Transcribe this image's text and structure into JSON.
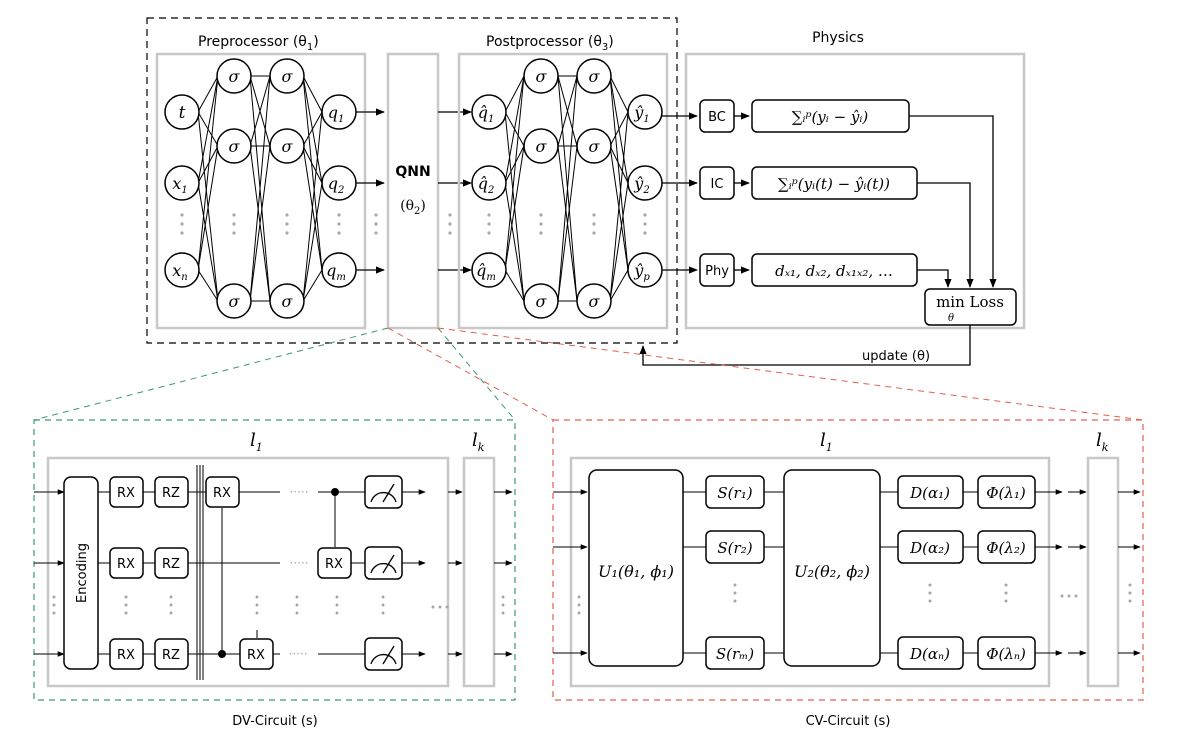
{
  "titles": {
    "preprocessor": "Preprocessor (θ",
    "preprocessor_sub": "1",
    "postprocessor": "Postprocessor (θ",
    "postprocessor_sub": "3",
    "physics": "Physics",
    "qnn": "QNN",
    "qnn_theta": "(θ",
    "qnn_theta_sub": "2",
    "update": "update (θ)",
    "dv_caption": "DV-Circuit (s)",
    "cv_caption": "CV-Circuit (s)"
  },
  "preprocessor": {
    "inputs": [
      {
        "main": "t",
        "sub": ""
      },
      {
        "main": "x",
        "sub": "1"
      },
      {
        "main": "x",
        "sub": "n"
      }
    ],
    "activation": "σ",
    "outputs": [
      {
        "main": "q",
        "sub": "1"
      },
      {
        "main": "q",
        "sub": "2"
      },
      {
        "main": "q",
        "sub": "m"
      }
    ]
  },
  "postprocessor": {
    "inputs": [
      {
        "main": "q̂",
        "sub": "1"
      },
      {
        "main": "q̂",
        "sub": "2"
      },
      {
        "main": "q̂",
        "sub": "m"
      }
    ],
    "activation": "σ",
    "outputs": [
      {
        "main": "ŷ",
        "sub": "1"
      },
      {
        "main": "ŷ",
        "sub": "2"
      },
      {
        "main": "ŷ",
        "sub": "p"
      }
    ]
  },
  "physics": {
    "rows": [
      {
        "tag": "BC",
        "expr": "∑ᵢᵖ(yᵢ − ŷᵢ)"
      },
      {
        "tag": "IC",
        "expr": "∑ᵢᵖ(yᵢ(t) − ŷᵢ(t))"
      },
      {
        "tag": "Phy",
        "expr": "dₓ₁, dₓ₂, dₓ₁ₓ₂, …"
      }
    ],
    "loss": "min Loss",
    "loss_sub": "θ"
  },
  "dv": {
    "layer_first": "l",
    "layer_first_sub": "1",
    "layer_last": "l",
    "layer_last_sub": "k",
    "encoding": "Encoding",
    "gate_rx": "RX",
    "gate_rz": "RZ",
    "ellipsis": "·····"
  },
  "cv": {
    "layer_first": "l",
    "layer_first_sub": "1",
    "layer_last": "l",
    "layer_last_sub": "k",
    "u1": "U₁(θ₁, ϕ₁)",
    "u2": "U₂(θ₂, ϕ₂)",
    "squeeze": [
      "S(r₁)",
      "S(r₂)",
      "S(rₘ)"
    ],
    "displace": [
      "D(α₁)",
      "D(α₂)",
      "D(αₙ)"
    ],
    "phase": [
      "Φ(λ₁)",
      "Φ(λ₂)",
      "Φ(λₙ)"
    ]
  },
  "colors": {
    "dv_frame": "#3a9a6e",
    "cv_frame": "#e06050",
    "group_box": "#c8c8c8",
    "dots": "#a8a8a8"
  }
}
